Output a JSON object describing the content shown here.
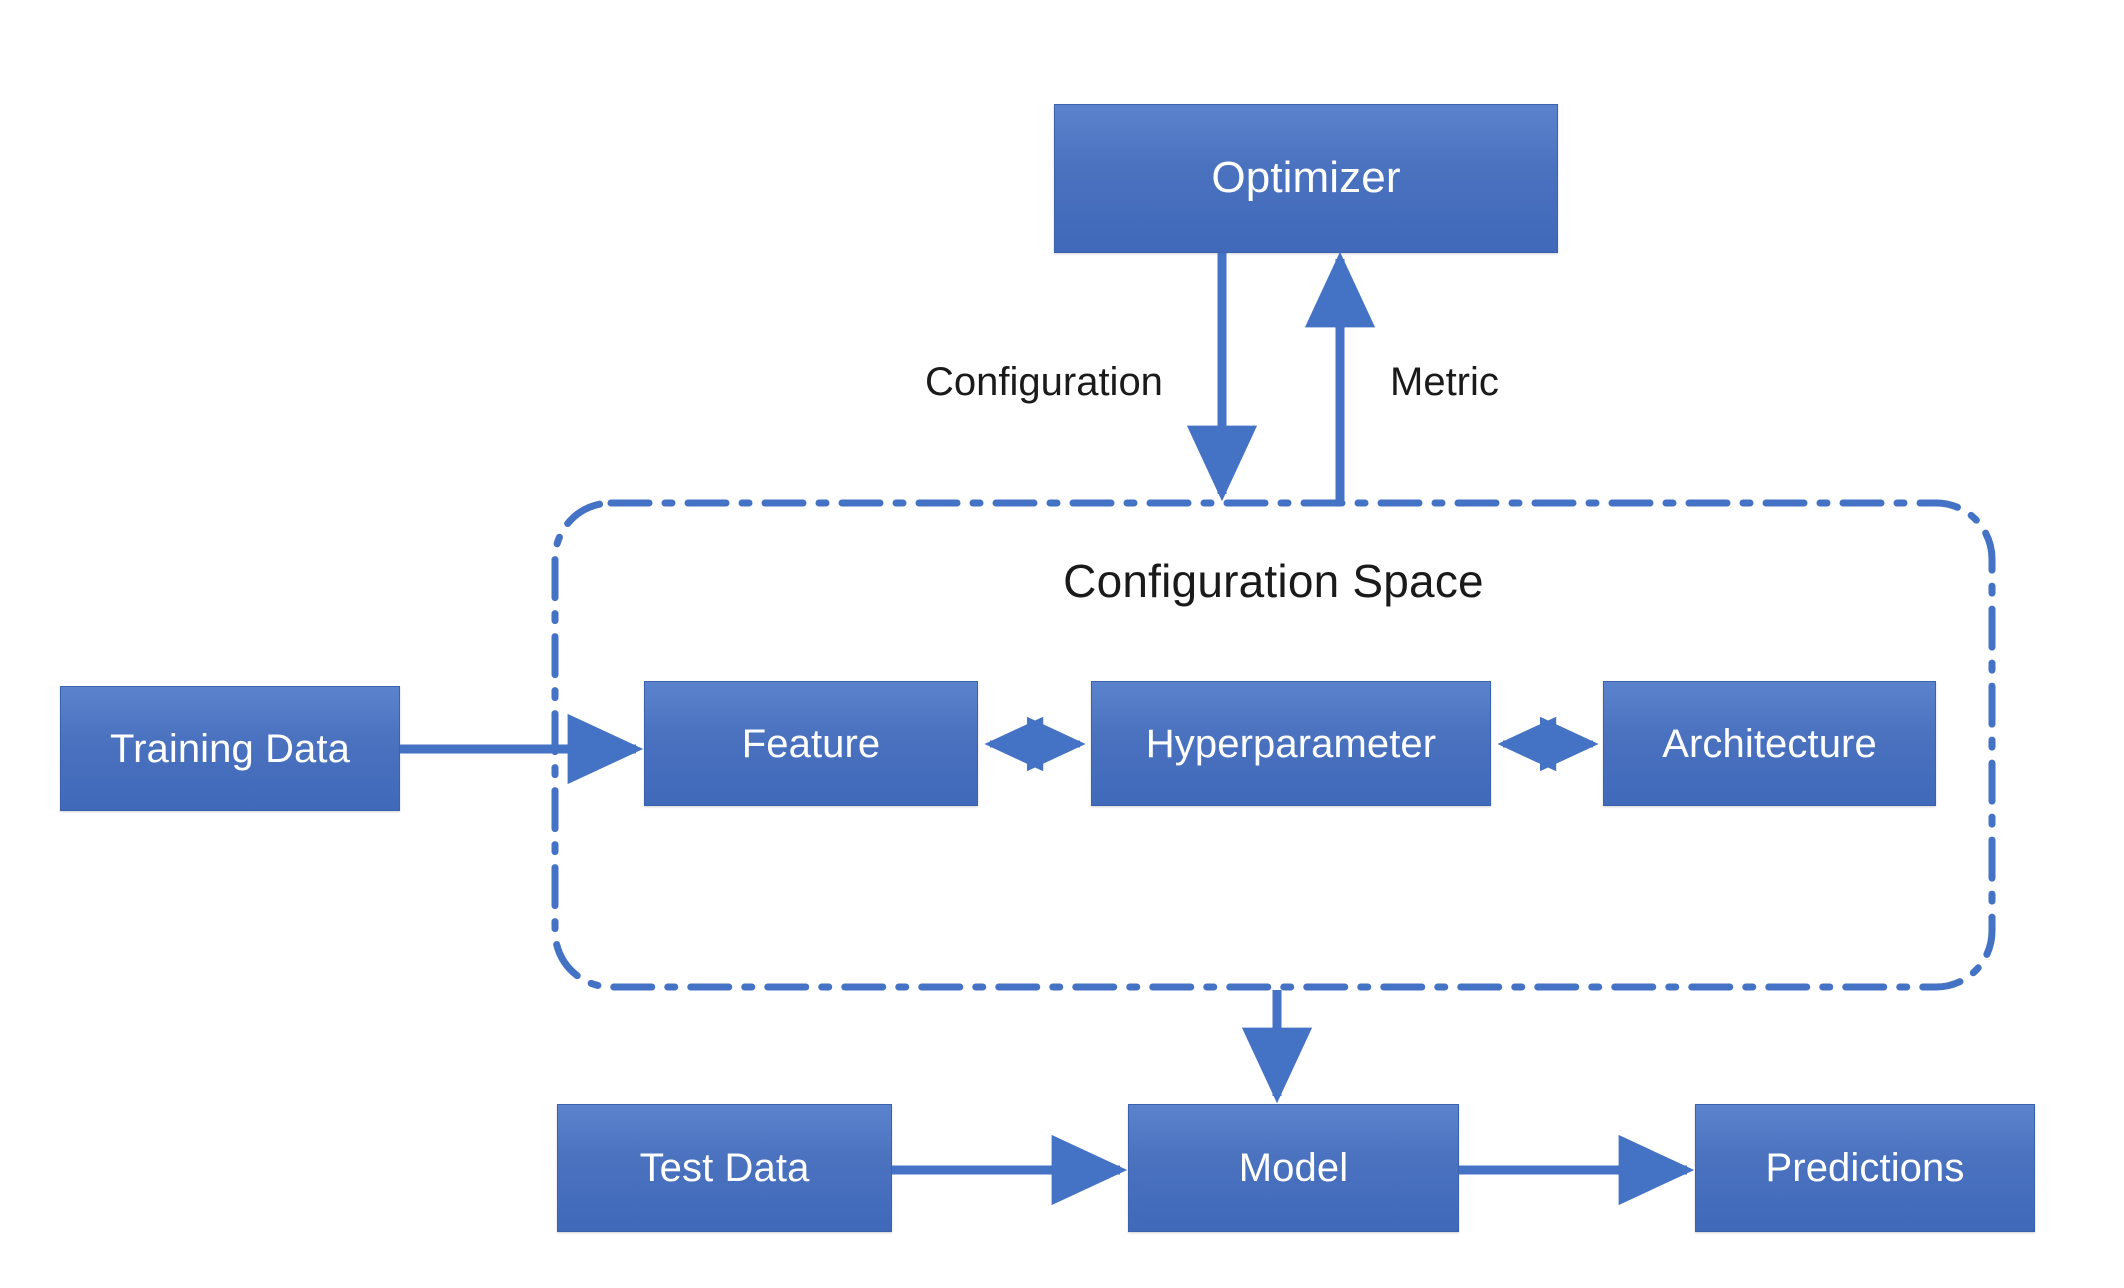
{
  "diagram": {
    "title": "Configuration Space",
    "accent_color": "#4472C4",
    "box_fill_top": "#5B83CD",
    "box_fill_bottom": "#4069BA",
    "box_text_color": "#FFFFFF",
    "label_text_color": "#1A1A1A",
    "background": "#FFFFFF"
  },
  "nodes": {
    "optimizer": {
      "label": "Optimizer"
    },
    "feature": {
      "label": "Feature"
    },
    "hyperparameter": {
      "label": "Hyperparameter"
    },
    "architecture": {
      "label": "Architecture"
    },
    "training_data": {
      "label": "Training Data"
    },
    "test_data": {
      "label": "Test Data"
    },
    "model": {
      "label": "Model"
    },
    "predictions": {
      "label": "Predictions"
    }
  },
  "group": {
    "configuration_space": {
      "label": "Configuration Space"
    }
  },
  "edge_labels": {
    "configuration": "Configuration",
    "metric": "Metric"
  },
  "edges": [
    {
      "name": "optimizer-to-config-space",
      "from": "optimizer",
      "to": "configuration-space",
      "label": "Configuration",
      "direction": "down",
      "arrowheads": "single"
    },
    {
      "name": "config-space-to-optimizer",
      "from": "configuration-space",
      "to": "optimizer",
      "label": "Metric",
      "direction": "up",
      "arrowheads": "single"
    },
    {
      "name": "training-data-to-feature",
      "from": "training_data",
      "to": "feature",
      "label": "",
      "direction": "right",
      "arrowheads": "single"
    },
    {
      "name": "feature-to-hyperparameter",
      "from": "feature",
      "to": "hyperparameter",
      "label": "",
      "direction": "both",
      "arrowheads": "double"
    },
    {
      "name": "hyperparameter-to-architecture",
      "from": "hyperparameter",
      "to": "architecture",
      "label": "",
      "direction": "both",
      "arrowheads": "double"
    },
    {
      "name": "config-space-to-model",
      "from": "configuration-space",
      "to": "model",
      "label": "",
      "direction": "down",
      "arrowheads": "single"
    },
    {
      "name": "test-data-to-model",
      "from": "test_data",
      "to": "model",
      "label": "",
      "direction": "right",
      "arrowheads": "single"
    },
    {
      "name": "model-to-predictions",
      "from": "model",
      "to": "predictions",
      "label": "",
      "direction": "right",
      "arrowheads": "single"
    }
  ]
}
